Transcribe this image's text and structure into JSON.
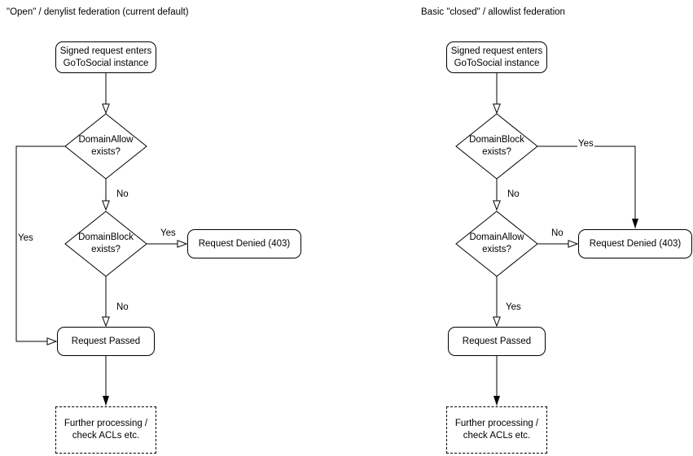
{
  "colors": {
    "stroke": "#000000",
    "background": "#ffffff",
    "text": "#000000"
  },
  "left": {
    "title": "\"Open\" / denylist federation (current default)",
    "entry": "Signed request enters GoToSocial instance",
    "decision1": "DomainAllow exists?",
    "decision2": "DomainBlock exists?",
    "denied": "Request Denied (403)",
    "passed": "Request Passed",
    "further": "Further processing / check ACLs etc.",
    "labels": {
      "d1_no": "No",
      "d1_yes": "Yes",
      "d2_yes": "Yes",
      "d2_no": "No"
    }
  },
  "right": {
    "title": "Basic \"closed\" / allowlist federation",
    "entry": "Signed request enters GoToSocial instance",
    "decision1": "DomainBlock exists?",
    "decision2": "DomainAllow exists?",
    "denied": "Request Denied (403)",
    "passed": "Request Passed",
    "further": "Further processing / check ACLs etc.",
    "labels": {
      "d1_yes": "Yes",
      "d1_no": "No",
      "d2_no": "No",
      "d2_yes": "Yes"
    }
  }
}
